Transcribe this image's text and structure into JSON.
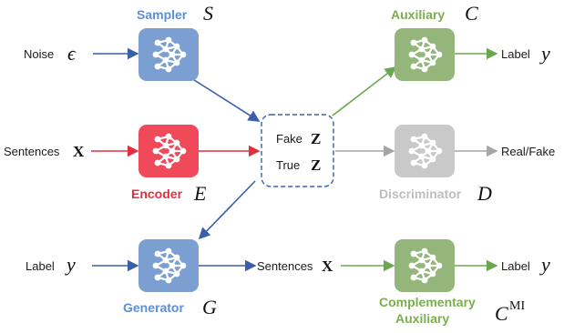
{
  "modules": {
    "sampler": {
      "name": "Sampler",
      "symbol": "S",
      "color": "#7b9fd1"
    },
    "encoder": {
      "name": "Encoder",
      "symbol": "E",
      "color": "#f04a5a"
    },
    "generator": {
      "name": "Generator",
      "symbol": "G",
      "color": "#7b9fd1"
    },
    "auxiliary": {
      "name": "Auxiliary",
      "symbol": "C",
      "color": "#94b67a"
    },
    "discriminator": {
      "name": "Discriminator",
      "symbol": "D",
      "color": "#c9c9c9"
    },
    "complementary": {
      "name_line1": "Complementary",
      "name_line2": "Auxiliary",
      "symbol": "C",
      "superscript": "MI",
      "color": "#94b67a"
    }
  },
  "inputs": {
    "noise": {
      "label": "Noise",
      "symbol": "ϵ"
    },
    "sentences": {
      "label": "Sentences",
      "symbol": "X"
    },
    "label": {
      "label": "Label",
      "symbol": "y"
    }
  },
  "latent": {
    "fake_label": "Fake",
    "fake_symbol": "Z",
    "true_label": "True",
    "true_symbol": "Z"
  },
  "outputs": {
    "aux_label": {
      "label": "Label",
      "symbol": "y"
    },
    "real_fake": {
      "label": "Real/Fake"
    },
    "gen_sentences": {
      "label": "Sentences",
      "symbol": "X"
    },
    "comp_label": {
      "label": "Label",
      "symbol": "y"
    }
  },
  "colors": {
    "blue_arrow": "#3a5ea8",
    "red_arrow": "#e0303e",
    "green_arrow": "#6aa84f",
    "gray_arrow": "#a6a6a6",
    "blue_text": "#5b8fd6",
    "red_text": "#e0303e",
    "green_text": "#7aae4e",
    "gray_text": "#bdbdbd",
    "latent_border": "#3a5ea8"
  }
}
